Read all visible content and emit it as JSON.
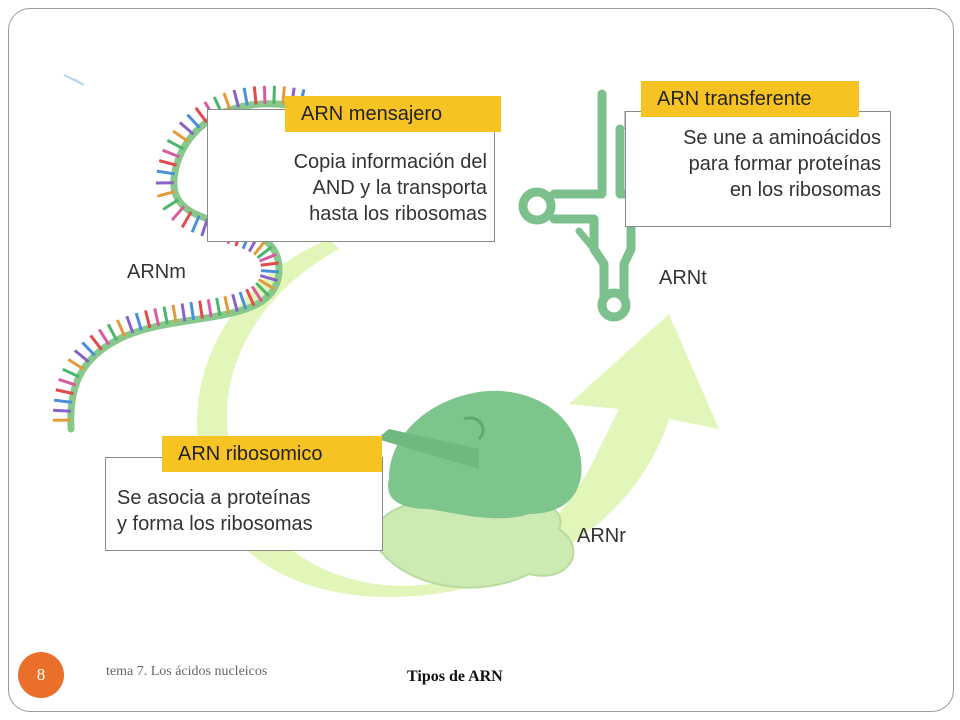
{
  "mrna": {
    "tag": "ARN mensajero",
    "desc": "Copia información del\nAND y la transporta\nhasta los ribosomas",
    "label": "ARNm"
  },
  "trna": {
    "tag": "ARN transferente",
    "desc": "Se une a aminoácidos\npara formar proteínas\nen los ribosomas",
    "label": "ARNt"
  },
  "rrna": {
    "tag": "ARN ribosomico",
    "desc": "Se asocia a proteínas\ny  forma los ribosomas",
    "label": "ARNr"
  },
  "footer": {
    "page_number": "8",
    "subtitle": "tema 7. Los ácidos nucleicos",
    "title": "Tipos de ARN"
  },
  "colors": {
    "tag_bg": "#f6c323",
    "arrow": "#dff5b0",
    "strand": "#8dc88b",
    "ribosome_top": "#7fc68e",
    "ribosome_bottom": "#cdeab2",
    "page_badge": "#ea6f2b"
  }
}
